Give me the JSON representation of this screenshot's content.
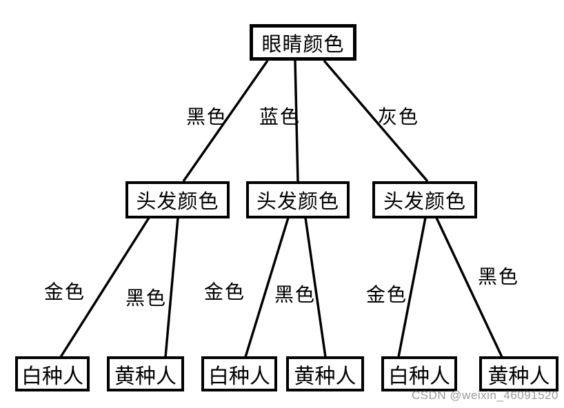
{
  "diagram": {
    "type": "decision-tree",
    "root": {
      "label": "眼睛颜色"
    },
    "edges_level1": [
      {
        "label": "黑色"
      },
      {
        "label": "蓝色"
      },
      {
        "label": "灰色"
      }
    ],
    "branch_nodes": [
      {
        "label": "头发颜色"
      },
      {
        "label": "头发颜色"
      },
      {
        "label": "头发颜色"
      }
    ],
    "edges_level2": [
      {
        "label": "金色"
      },
      {
        "label": "黑色"
      },
      {
        "label": "金色"
      },
      {
        "label": "黑色"
      },
      {
        "label": "金色"
      },
      {
        "label": "黑色"
      }
    ],
    "leaf_nodes": [
      {
        "label": "白种人"
      },
      {
        "label": "黄种人"
      },
      {
        "label": "白种人"
      },
      {
        "label": "黄种人"
      },
      {
        "label": "白种人"
      },
      {
        "label": "黄种人"
      }
    ],
    "colors": {
      "line": "#000000",
      "box_border": "#000000",
      "text": "#000000",
      "background": "#ffffff",
      "watermark": "#9b9b9b"
    }
  },
  "watermark": {
    "text": "CSDN @weixin_46091520"
  }
}
